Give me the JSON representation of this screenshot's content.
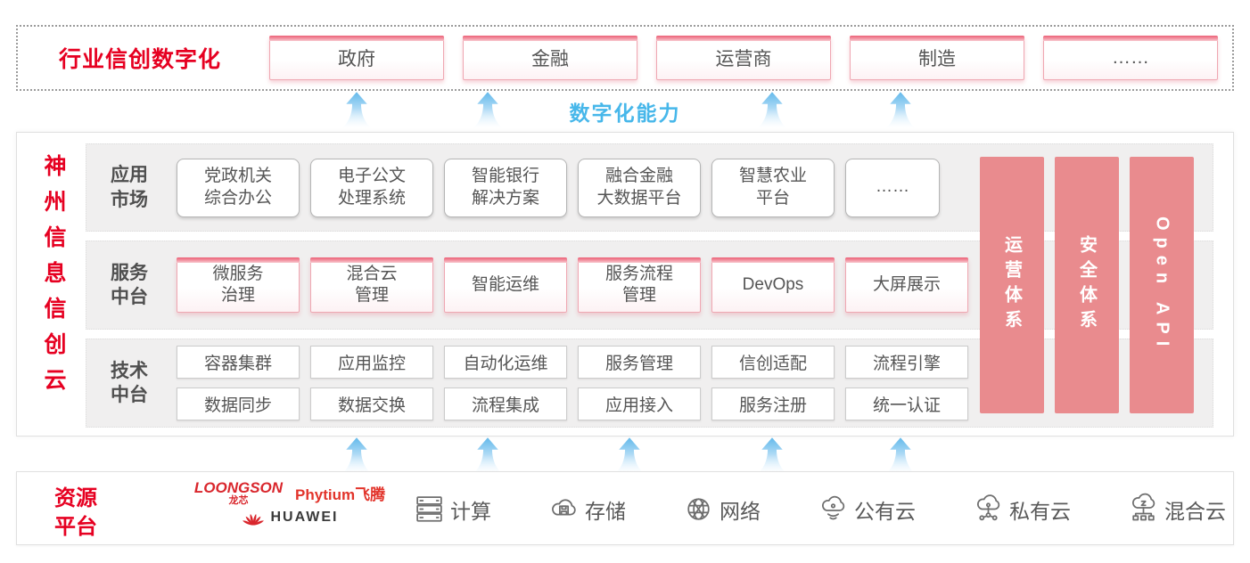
{
  "colors": {
    "brand_red": "#e60021",
    "pillar_pink": "#e98b8e",
    "capability_blue": "#47b7ea",
    "box_text_gray": "#595959"
  },
  "top_section": {
    "title": "行业信创数字化",
    "industries": [
      "政府",
      "金融",
      "运营商",
      "制造",
      "……"
    ]
  },
  "capability": {
    "label": "数字化能力"
  },
  "main_section": {
    "side_title": "神\n州\n信\n息\n信\n创\n云",
    "app_row": {
      "label": "应用\n市场",
      "boxes": [
        "党政机关\n综合办公",
        "电子公文\n处理系统",
        "智能银行\n解决方案",
        "融合金融\n大数据平台",
        "智慧农业\n平台",
        "……"
      ]
    },
    "service_row": {
      "label": "服务\n中台",
      "boxes": [
        "微服务\n治理",
        "混合云\n管理",
        "智能运维",
        "服务流程\n管理",
        "DevOps",
        "大屏展示"
      ]
    },
    "tech_row": {
      "label": "技术\n中台",
      "line1": [
        "容器集群",
        "应用监控",
        "自动化运维",
        "服务管理",
        "信创适配",
        "流程引擎"
      ],
      "line2": [
        "数据同步",
        "数据交换",
        "流程集成",
        "应用接入",
        "服务注册",
        "统一认证"
      ]
    },
    "pillars": [
      "运营体系",
      "安全体系",
      "Open API"
    ]
  },
  "resource_section": {
    "title": "资源\n平台",
    "vendors": {
      "loongson_en": "LOONGSON",
      "loongson_cn": "龙芯",
      "phytium": "Phytium飞腾",
      "huawei": "HUAWEI"
    },
    "items": [
      {
        "icon": "server-icon",
        "label": "计算"
      },
      {
        "icon": "cloud-storage-icon",
        "label": "存储"
      },
      {
        "icon": "network-globe-icon",
        "label": "网络"
      },
      {
        "icon": "public-cloud-icon",
        "label": "公有云"
      },
      {
        "icon": "private-cloud-icon",
        "label": "私有云"
      },
      {
        "icon": "hybrid-cloud-icon",
        "label": "混合云"
      }
    ]
  }
}
